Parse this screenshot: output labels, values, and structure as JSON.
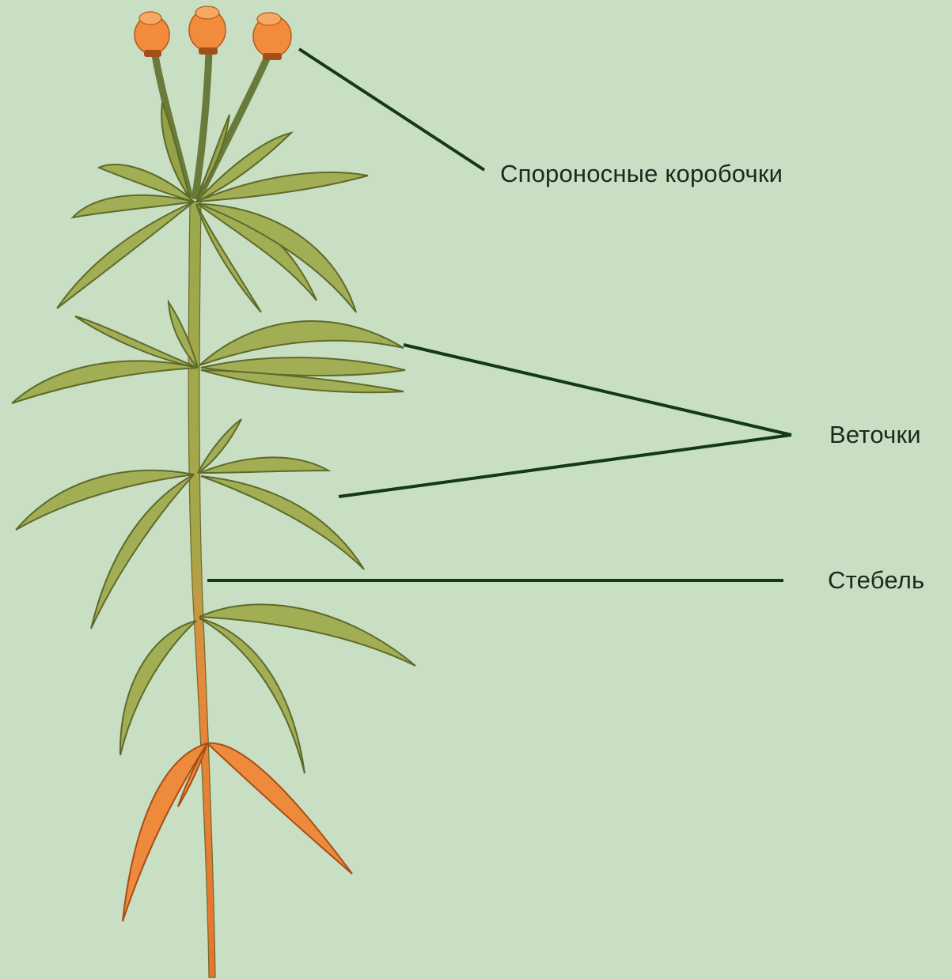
{
  "labels": {
    "capsules": "Спороносные коробочки",
    "branches": "Веточки",
    "stem": "Стебель"
  },
  "colors": {
    "background": "#c8dfc3",
    "leaf_fill": "#a2ae54",
    "leaf_vein": "#6f7a33",
    "rhizoid_fill": "#ee8a3c",
    "stem_top": "#9aa94c",
    "stem_bottom": "#e7742c",
    "capsule": "#f28c3c",
    "pointer_line": "#14381a"
  }
}
